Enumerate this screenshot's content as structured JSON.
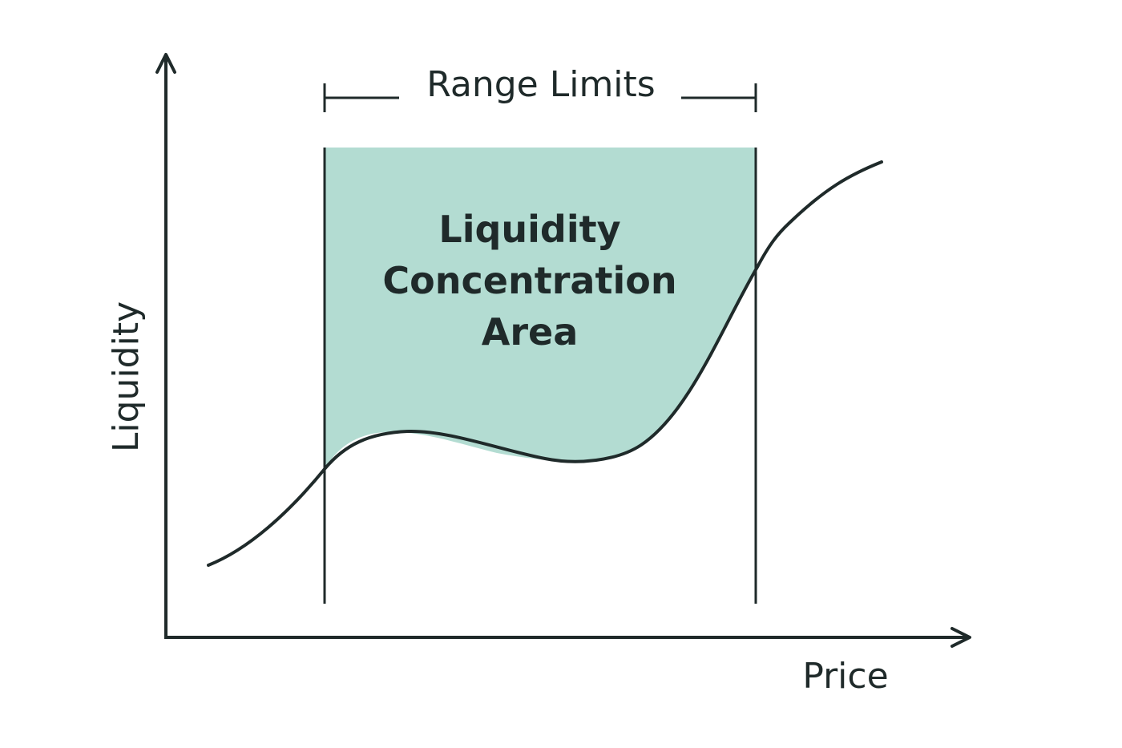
{
  "diagram": {
    "title": "Range Limits",
    "area_label_lines": [
      "Liquidity",
      "Concentration",
      "Area"
    ],
    "x_axis_label": "Price",
    "y_axis_label": "Liquidity"
  },
  "colors": {
    "ink": "#1f2a2a",
    "area_fill": "#b3dcd2"
  }
}
